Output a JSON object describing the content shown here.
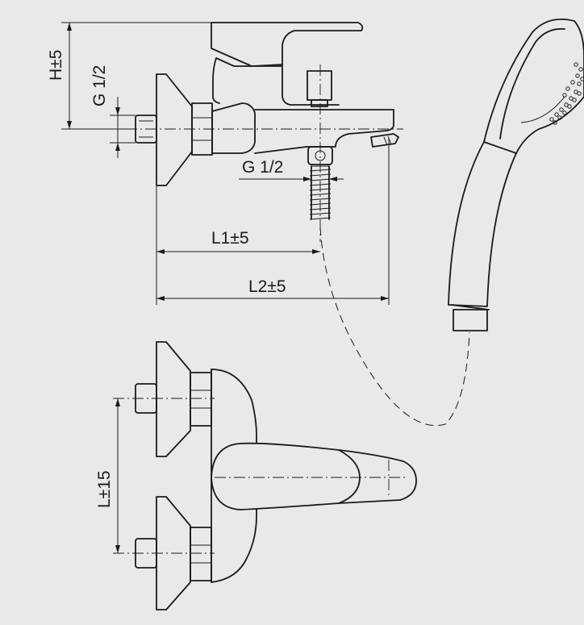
{
  "labels": {
    "h_dim": "H±5",
    "g_vertical": "G 1/2",
    "g_outlet": "G 1/2",
    "l1_dim": "L1±5",
    "l2_dim": "L2±5",
    "l_dim": "L±15"
  }
}
